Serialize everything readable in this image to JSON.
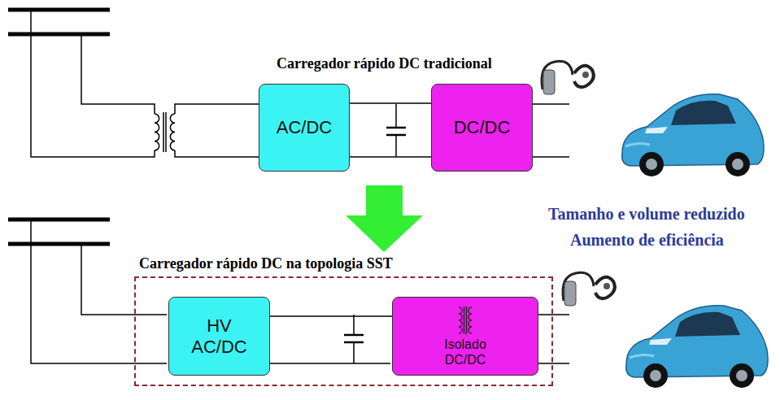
{
  "diagram": {
    "nodes": [
      {
        "text": [
          "AC/DC"
        ]
      },
      {
        "text": [
          "DC/DC"
        ]
      },
      {
        "text": [
          "Carregador rápido DC na topologia SST"
        ]
      },
      {
        "text": [
          "HV AC/DC"
        ],
        "in": 2
      },
      {
        "text": [
          "Isolado DC/DC"
        ],
        "in": 2
      }
    ],
    "edges": [
      {
        "from": 0,
        "to": 1,
        "arrow": "none"
      },
      {
        "from": 3,
        "to": 4,
        "arrow": "none"
      }
    ],
    "labels": [
      "Carregador rápido DC tradicional",
      "Tamanho e volume reduzido",
      "Aumento de eficiência"
    ]
  }
}
